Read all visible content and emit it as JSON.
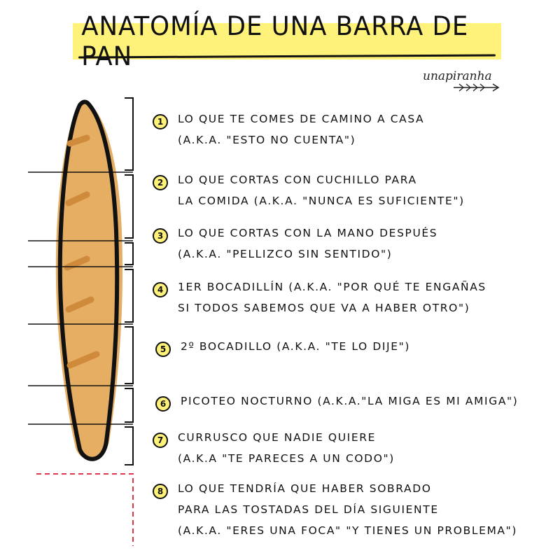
{
  "title": "ANATOMÍA DE UNA BARRA DE PAN",
  "signature": "unapiranha",
  "colors": {
    "highlight": "#fff27a",
    "bread": "#e6ae63",
    "bread_shadow": "#cf8a3c",
    "ink": "#111111",
    "dashed": "#e0344a"
  },
  "items": [
    {
      "number": "1",
      "lines": [
        "LO QUE TE COMES DE CAMINO A CASA",
        "(A.K.A. \"ESTO NO CUENTA\")"
      ]
    },
    {
      "number": "2",
      "lines": [
        "LO QUE CORTAS CON CUCHILLO PARA",
        "LA COMIDA (A.K.A. \"NUNCA ES SUFICIENTE\")"
      ]
    },
    {
      "number": "3",
      "lines": [
        "LO QUE CORTAS CON LA MANO DESPUÉS",
        "(A.K.A. \"PELLIZCO SIN SENTIDO\")"
      ]
    },
    {
      "number": "4",
      "lines": [
        "1ER BOCADILLÍN (A.K.A. \"POR QUÉ TE ENGAÑAS",
        "SI TODOS SABEMOS QUE VA A HABER OTRO\")"
      ]
    },
    {
      "number": "5",
      "lines": [
        "2º BOCADILLO (A.K.A. \"TE LO DIJE\")"
      ]
    },
    {
      "number": "6",
      "lines": [
        "PICOTEO NOCTURNO (A.K.A.\"LA MIGA ES MI AMIGA\")"
      ]
    },
    {
      "number": "7",
      "lines": [
        "CURRUSCO QUE NADIE QUIERE",
        "(A.K.A \"TE PARECES A UN CODO\")"
      ]
    },
    {
      "number": "8",
      "lines": [
        "LO QUE TENDRÍA QUE HABER SOBRADO",
        "PARA LAS TOSTADAS DEL DÍA SIGUIENTE",
        "(A.K.A. \"ERES UNA FOCA\" \"Y TIENES UN PROBLEMA\")"
      ]
    }
  ]
}
